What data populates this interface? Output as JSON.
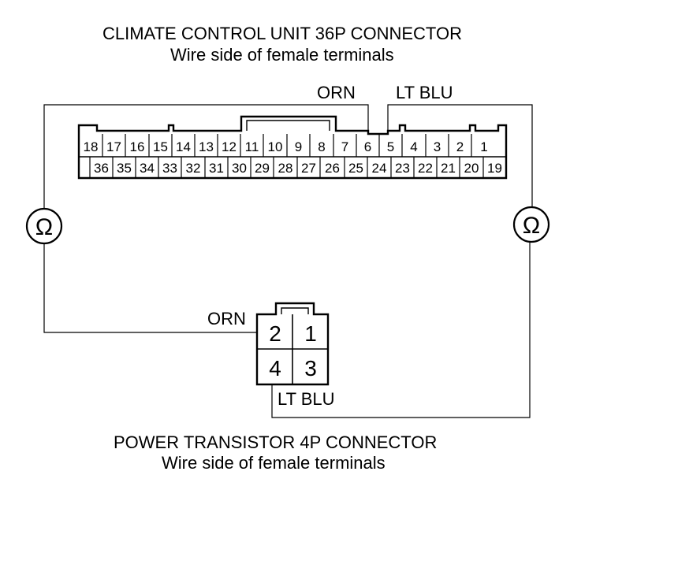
{
  "top_connector": {
    "title": "CLIMATE CONTROL UNIT 36P CONNECTOR",
    "subtitle": "Wire side of female terminals",
    "top_row": [
      "18",
      "17",
      "16",
      "15",
      "14",
      "13",
      "12",
      "11",
      "10",
      "9",
      "8",
      "7",
      "6",
      "5",
      "4",
      "3",
      "2",
      "1"
    ],
    "bottom_row": [
      "",
      "36",
      "35",
      "34",
      "33",
      "32",
      "31",
      "30",
      "29",
      "28",
      "27",
      "26",
      "25",
      "24",
      "23",
      "22",
      "21",
      "20",
      "19"
    ]
  },
  "bottom_connector": {
    "title": "POWER TRANSISTOR 4P CONNECTOR",
    "subtitle": "Wire side of female terminals",
    "pins": [
      "2",
      "1",
      "4",
      "3"
    ]
  },
  "wires": {
    "top_left": "ORN",
    "top_right": "LT BLU",
    "bottom_left": "ORN",
    "bottom_right": "LT BLU"
  },
  "meters": {
    "left_symbol": "Ω",
    "right_symbol": "Ω"
  }
}
